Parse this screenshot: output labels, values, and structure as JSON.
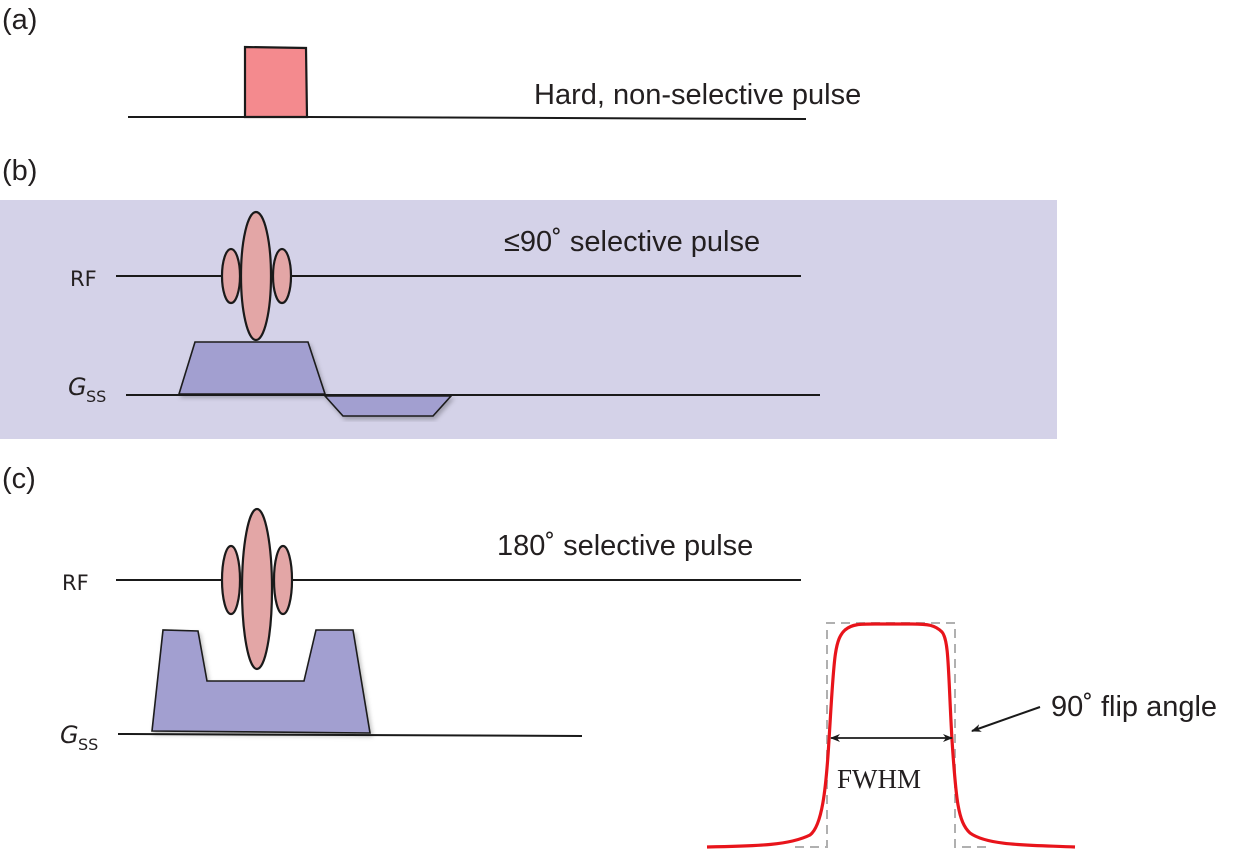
{
  "colors": {
    "hard_pulse_fill": "#f48a8e",
    "rf_lobe_fill": "#e3a6a6",
    "gradient_fill": "#a29fd0",
    "panel_b_background": "#d4d2e8",
    "profile_curve": "#e8141b",
    "dashed_box": "#b0b0b0",
    "ink": "#231f20"
  },
  "panels": {
    "a": {
      "label": "(a)",
      "title": "Hard, non-selective pulse"
    },
    "b": {
      "label": "(b)",
      "title": "≤90˚ selective pulse",
      "rf_label": "RF",
      "gss_label_main": "G",
      "gss_label_sub": "SS"
    },
    "c": {
      "label": "(c)",
      "title": "180˚ selective pulse",
      "rf_label": "RF",
      "gss_label_main": "G",
      "gss_label_sub": "SS"
    }
  },
  "slice_profile": {
    "width_label": "FWHM",
    "annotation": "90˚ flip angle"
  }
}
